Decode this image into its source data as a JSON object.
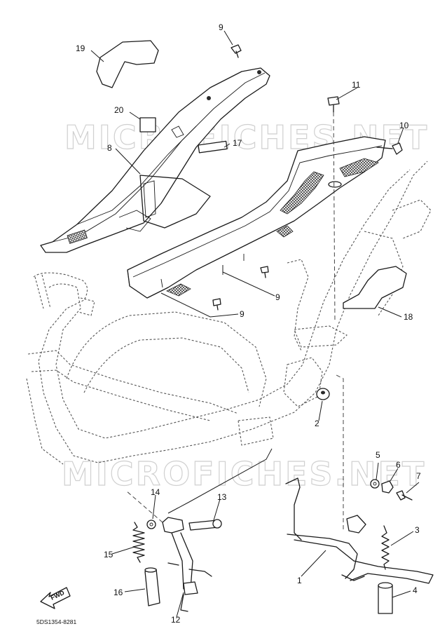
{
  "watermark": "MICROFICHES.NET",
  "fwd_label": "FWD",
  "drawing_code": "5DS1354-8281",
  "callouts": {
    "c1": "1",
    "c2": "2",
    "c3": "3",
    "c4": "4",
    "c5": "5",
    "c6": "6",
    "c7": "7",
    "c8": "8",
    "c9_top": "9",
    "c9_mid": "9",
    "c9_low": "9",
    "c10": "10",
    "c11": "11",
    "c12": "12",
    "c13": "13",
    "c14": "14",
    "c15": "15",
    "c16": "16",
    "c17": "17",
    "c18": "18",
    "c19": "19",
    "c20": "20"
  }
}
